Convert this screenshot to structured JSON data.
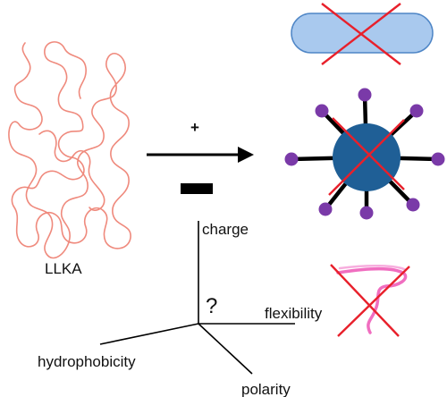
{
  "labels": {
    "peptide": "LLKA",
    "axis_charge": "charge",
    "axis_flexibility": "flexibility",
    "axis_hydrophobicity": "hydrophobicity",
    "axis_polarity": "polarity",
    "unknown_mark": "?"
  },
  "symbols": {
    "plus": "+",
    "minus": "−"
  },
  "colors": {
    "peptide_strand": "#ef8a7d",
    "capsule_fill": "#a9c9ee",
    "capsule_stroke": "#4f86c6",
    "cross": "#e8202b",
    "micelle_core": "#1f5f96",
    "micelle_head": "#7a3aa8",
    "flexible_strand": "#f06ec0",
    "ink": "#000000"
  },
  "icons": [
    "random-coil-peptide",
    "rod-capsule-crossed",
    "micelle-crossed",
    "flexible-strand-crossed"
  ]
}
